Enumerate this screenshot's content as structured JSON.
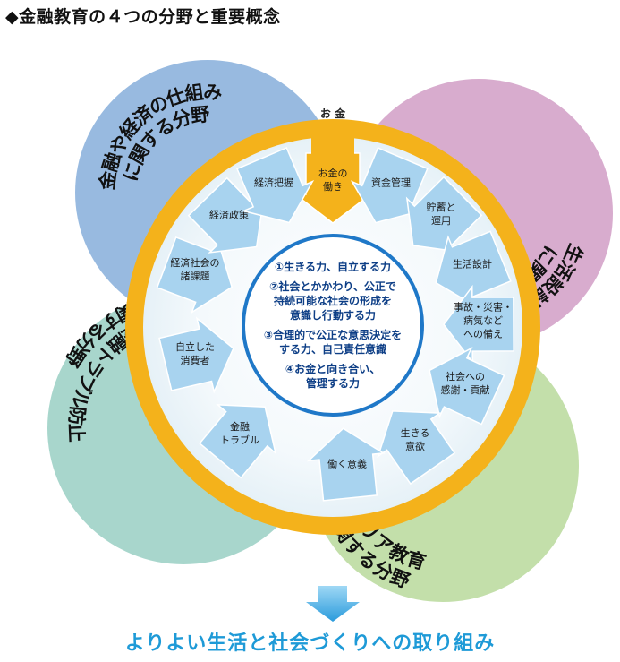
{
  "title": "◆金融教育の４つの分野と重要概念",
  "top_label": "お 金",
  "domains": [
    {
      "id": "finance-economy",
      "lines": [
        "金融や経済の仕組み",
        "に関する分野"
      ],
      "color": "#8db2dd"
    },
    {
      "id": "life-planning",
      "lines": [
        "生活設計・家計管理",
        "に関する分野"
      ],
      "color": "#d4a3c9"
    },
    {
      "id": "career",
      "lines": [
        "キャリア教育",
        "に関する分野"
      ],
      "color": "#bcdca1"
    },
    {
      "id": "consumer",
      "lines": [
        "消費生活・金融トラブル防止",
        "に関する分野"
      ],
      "color": "#9fd1c6"
    }
  ],
  "concepts": [
    {
      "id": "money-function",
      "lines": [
        "お金の",
        "働き"
      ],
      "highlight": true
    },
    {
      "id": "asset-management",
      "lines": [
        "資金管理"
      ]
    },
    {
      "id": "saving-investment",
      "lines": [
        "貯蓄と",
        "運用"
      ]
    },
    {
      "id": "life-design",
      "lines": [
        "生活設計"
      ]
    },
    {
      "id": "risk-preparation",
      "lines": [
        "事故・災害・",
        "病気など",
        "への備え"
      ]
    },
    {
      "id": "gratitude-contribution",
      "lines": [
        "社会への",
        "感謝・貢献"
      ]
    },
    {
      "id": "will-to-live",
      "lines": [
        "生きる",
        "意欲"
      ]
    },
    {
      "id": "will-to-work",
      "lines": [
        "働く意義"
      ]
    },
    {
      "id": "financial-trouble",
      "lines": [
        "金融",
        "トラブル"
      ]
    },
    {
      "id": "independent-consumer",
      "lines": [
        "自立した",
        "消費者"
      ]
    },
    {
      "id": "social-issues",
      "lines": [
        "経済社会の",
        "諸課題"
      ]
    },
    {
      "id": "economic-policy",
      "lines": [
        "経済政策"
      ]
    },
    {
      "id": "economic-understanding",
      "lines": [
        "経済把握"
      ]
    }
  ],
  "center": [
    [
      "①生きる力、自立する力"
    ],
    [
      "②社会とかかわり、公正で",
      "持続可能な社会の形成を",
      "意識し行動する力"
    ],
    [
      "③合理的で公正な意思決定を",
      "する力、自己責任意識"
    ],
    [
      "④お金と向き合い、",
      "管理する力"
    ]
  ],
  "slogan": "よりよい生活と社会づくりへの取り組み",
  "colors": {
    "ring": "#f4b21b",
    "arrow": "#a8d3ef",
    "arrow_highlight": "#f4b21b",
    "center_border": "#1f78c8",
    "center_text": "#0d3e86",
    "slogan": "#1e9ad7"
  }
}
